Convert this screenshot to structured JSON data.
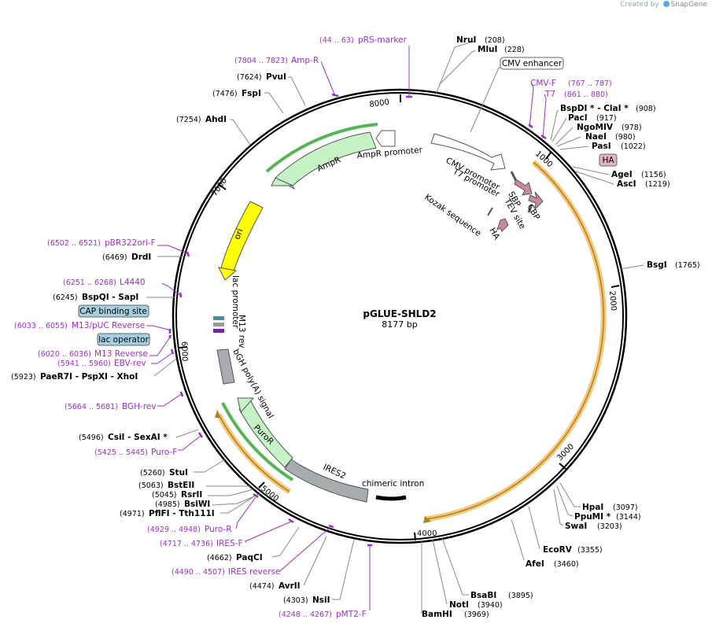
{
  "brand": {
    "prefix": "Created by",
    "name": "SnapGene"
  },
  "plasmid": {
    "name": "pGLUE-SHLD2",
    "length_label": "8177 bp",
    "length": 8177
  },
  "ticks": [
    "1000",
    "2000",
    "3000",
    "4000",
    "5000",
    "6000",
    "7000",
    "8000"
  ],
  "enzymes": [
    {
      "name": "NruI",
      "pos": "(208)"
    },
    {
      "name": "MluI",
      "pos": "(228)"
    },
    {
      "name": "BspDI * - ClaI *",
      "pos": "(908)"
    },
    {
      "name": "PacI",
      "pos": "(917)"
    },
    {
      "name": "NgoMIV",
      "pos": "(978)"
    },
    {
      "name": "NaeI",
      "pos": "(980)"
    },
    {
      "name": "PasI",
      "pos": "(1022)"
    },
    {
      "name": "AgeI",
      "pos": "(1156)"
    },
    {
      "name": "AscI",
      "pos": "(1219)"
    },
    {
      "name": "BsgI",
      "pos": "(1765)"
    },
    {
      "name": "HpaI",
      "pos": "(3097)"
    },
    {
      "name": "PpuMI *",
      "pos": "(3144)"
    },
    {
      "name": "SwaI",
      "pos": "(3203)"
    },
    {
      "name": "EcoRV",
      "pos": "(3355)"
    },
    {
      "name": "AfeI",
      "pos": "(3460)"
    },
    {
      "name": "BsaBI",
      "pos": "(3895)"
    },
    {
      "name": "NotI",
      "pos": "(3940)"
    },
    {
      "name": "BamHI",
      "pos": "(3969)"
    },
    {
      "name": "NsiI",
      "pos": "(4303)"
    },
    {
      "name": "AvrII",
      "pos": "(4474)"
    },
    {
      "name": "PaqCI",
      "pos": "(4662)"
    },
    {
      "name": "PflFI - Tth111I",
      "pos": "(4971)"
    },
    {
      "name": "BsiWI",
      "pos": "(4985)"
    },
    {
      "name": "RsrII",
      "pos": "(5045)"
    },
    {
      "name": "BstEII",
      "pos": "(5063)"
    },
    {
      "name": "StuI",
      "pos": "(5260)"
    },
    {
      "name": "CsiI - SexAI *",
      "pos": "(5496)"
    },
    {
      "name": "PaeR7I - PspXI - XhoI",
      "pos": "(5923)"
    },
    {
      "name": "DrdI",
      "pos": "(6469)"
    },
    {
      "name": "BspQI - SapI",
      "pos": "(6245)"
    },
    {
      "name": "AhdI",
      "pos": "(7254)"
    },
    {
      "name": "FspI",
      "pos": "(7476)"
    },
    {
      "name": "PvuI",
      "pos": "(7624)"
    }
  ],
  "primers": [
    {
      "name": "pRS-marker",
      "pos": "(44 .. 63)"
    },
    {
      "name": "Amp-R",
      "pos": "(7804 .. 7823)"
    },
    {
      "name": "CMV-F",
      "pos": "(767 .. 787)"
    },
    {
      "name": "T7",
      "pos": "(861 .. 880)"
    },
    {
      "name": "pBR322ori-F",
      "pos": "(6502 .. 6521)"
    },
    {
      "name": "L4440",
      "pos": "(6251 .. 6268)"
    },
    {
      "name": "M13/pUC Reverse",
      "pos": "(6033 .. 6055)"
    },
    {
      "name": "M13 Reverse",
      "pos": "(6020 .. 6036)"
    },
    {
      "name": "EBV-rev",
      "pos": "(5941 .. 5960)"
    },
    {
      "name": "BGH-rev",
      "pos": "(5664 .. 5681)"
    },
    {
      "name": "Puro-F",
      "pos": "(5425 .. 5445)"
    },
    {
      "name": "Puro-R",
      "pos": "(4929 .. 4948)"
    },
    {
      "name": "IRES-F",
      "pos": "(4717 .. 4736)"
    },
    {
      "name": "IRES reverse",
      "pos": "(4490 .. 4507)"
    },
    {
      "name": "pMT2-F",
      "pos": "(4248 .. 4267)"
    }
  ],
  "boxed": {
    "cmv_enhancer": "CMV enhancer",
    "ha": "HA",
    "cap": "CAP binding site",
    "lac_op": "lac operator"
  },
  "features": {
    "ampr": "AmpR",
    "ampr_promoter": "AmpR promoter",
    "ori": "ori",
    "cmv_promoter": "CMV promoter",
    "t7_promoter": "T7 promoter",
    "sbp": "SBP",
    "tev": "TEV site",
    "cbp": "CBP",
    "kozak": "Kozak sequence",
    "ha2": "HA",
    "lac_promoter": "lac promoter",
    "m13rev": "M13 rev",
    "bgh": "bGH poly(A) signal",
    "puror": "PuroR",
    "ires2": "IRES2",
    "intron": "chimeric intron"
  },
  "colors": {
    "ampr": "#c6f3c6",
    "ori": "#ffff00",
    "orf_glow": "#f6c77a",
    "primer": "#9a30c8",
    "ires": "#a8acb0",
    "tag": "#c98aa0",
    "boxed_blue": "#a5cfe0"
  }
}
